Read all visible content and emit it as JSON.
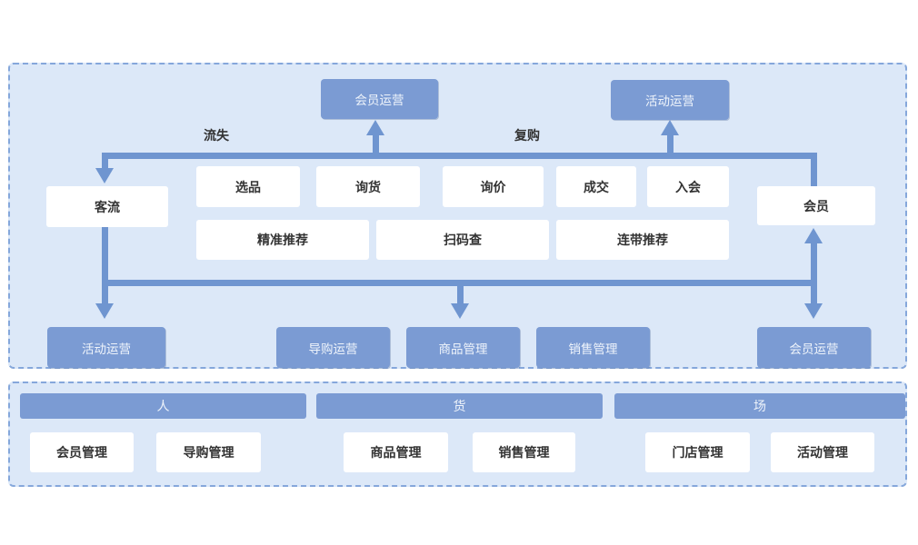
{
  "colors": {
    "panel_background": "#dce8f8",
    "panel_dashed_border": "#85a7db",
    "node_blue": "#7b9bd3",
    "connector_blue": "#6f95d0",
    "node_white": "#ffffff",
    "text_dark": "#333333",
    "text_on_blue": "#eff4fb"
  },
  "flow": {
    "top_nodes": [
      {
        "label": "会员运营"
      },
      {
        "label": "活动运营"
      }
    ],
    "edge_labels": [
      {
        "text": "流失"
      },
      {
        "text": "复购"
      }
    ],
    "side_nodes": [
      {
        "label": "客流"
      },
      {
        "label": "会员"
      }
    ],
    "process_row1": [
      {
        "label": "选品"
      },
      {
        "label": "询货"
      },
      {
        "label": "询价"
      },
      {
        "label": "成交"
      },
      {
        "label": "入会"
      }
    ],
    "process_row2": [
      {
        "label": "精准推荐"
      },
      {
        "label": "扫码查"
      },
      {
        "label": "连带推荐"
      }
    ],
    "bottom_nodes": [
      {
        "label": "活动运营"
      },
      {
        "label": "导购运营"
      },
      {
        "label": "商品管理"
      },
      {
        "label": "销售管理"
      },
      {
        "label": "会员运营"
      }
    ]
  },
  "foundation": {
    "sections": [
      {
        "header": "人",
        "items": [
          {
            "label": "会员管理"
          },
          {
            "label": "导购管理"
          }
        ]
      },
      {
        "header": "货",
        "items": [
          {
            "label": "商品管理"
          },
          {
            "label": "销售管理"
          }
        ]
      },
      {
        "header": "场",
        "items": [
          {
            "label": "门店管理"
          },
          {
            "label": "活动管理"
          }
        ]
      }
    ]
  }
}
